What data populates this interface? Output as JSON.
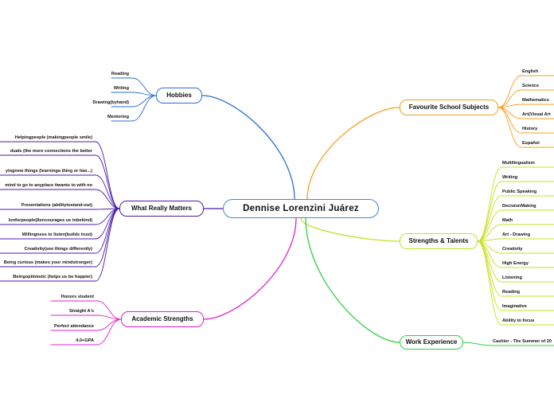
{
  "central": {
    "label": "Dennise Lorenzini Juárez"
  },
  "branches": {
    "hobbies": {
      "label": "Hobbies",
      "color": "#2a6fd6",
      "items": [
        "Reading",
        "Writing",
        "Drawing(byhand)",
        "Mentoring"
      ]
    },
    "matters": {
      "label": "What Really Matters",
      "color": "#4b1aa8",
      "items": [
        "Helpingpeople (makingpeople smile)",
        "duals (the more connections the better",
        "yingnew things (learninga thing or two...)",
        "mind to go to anyplace itwants to with no",
        "Presentations (abilitytostand-out)",
        "Ionforpeople(Itencourages us tobekind)",
        "Willingness to listen(builds trust)",
        "Creativity(see things differently)",
        "Being curious (makes your mindstronger)",
        "Beingoptimistic (helps us be happier)"
      ]
    },
    "academic": {
      "label": "Academic Strengths",
      "color": "#e020c8",
      "items": [
        "Honors student",
        "Straight A's",
        "Perfect attendance",
        "4.0+GPA"
      ]
    },
    "subjects": {
      "label": "Favourite School Subjects",
      "color": "#f5a020",
      "items": [
        "English",
        "Science",
        "Mathematics",
        "Art(Visual Art",
        "History",
        "Español"
      ]
    },
    "strengths": {
      "label": "Strengths & Talents",
      "color": "#c8e020",
      "items": [
        "Multilingualism",
        "Writing",
        "Public Speaking",
        "DecisionMaking",
        "Math",
        "Art - Drawing",
        "Creativity",
        "High Energy",
        "Listening",
        "Reading",
        "Imaginative",
        "Ability to focus"
      ]
    },
    "work": {
      "label": "Work Experience",
      "color": "#30d040",
      "items": [
        "Cashier - The Summer of 20"
      ]
    }
  }
}
